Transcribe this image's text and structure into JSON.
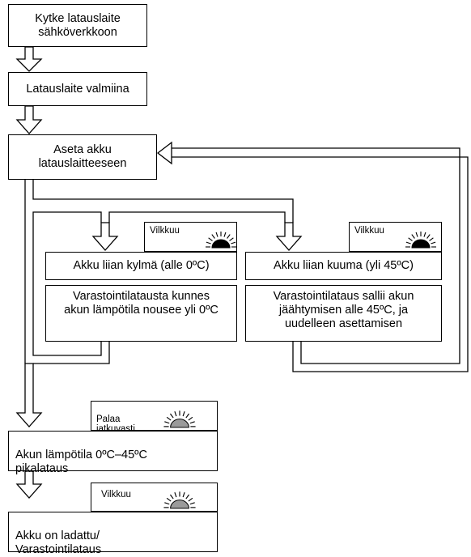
{
  "steps": {
    "plug_in": "Kytke latauslaite\nsähköverkkoon",
    "charger_ready": "Latauslaite valmiina",
    "insert_battery": "Aseta akku\nlatauslaitteeseen",
    "too_cold": "Akku liian kylmä (alle 0ºC)",
    "too_hot": "Akku liian kuuma (yli 45ºC)",
    "cold_storage": "Varastointilatausta kunnes\nakun lämpötila nousee yli 0ºC",
    "hot_storage": "Varastointilataus sallii akun\njäähtymisen alle 45ºC, ja\nuudelleen asettamisen",
    "fast_charge": "Akun lämpötila 0ºC–45ºC\npikalataus",
    "charged": "Akku on ladattu/\nVarastointilataus"
  },
  "indicators": {
    "cold": "Vilkkuu",
    "hot": "Vilkkuu",
    "fast": "Palaa\njatkuvasti",
    "charged": "Vilkkuu"
  },
  "lamp_states": {
    "cold": "blinking-dark",
    "hot": "blinking-dark",
    "fast": "steady-grey",
    "charged": "blinking-grey"
  },
  "colors": {
    "line": "#000000",
    "lamp_dark": "#000000",
    "lamp_grey": "#9a9a9a"
  }
}
